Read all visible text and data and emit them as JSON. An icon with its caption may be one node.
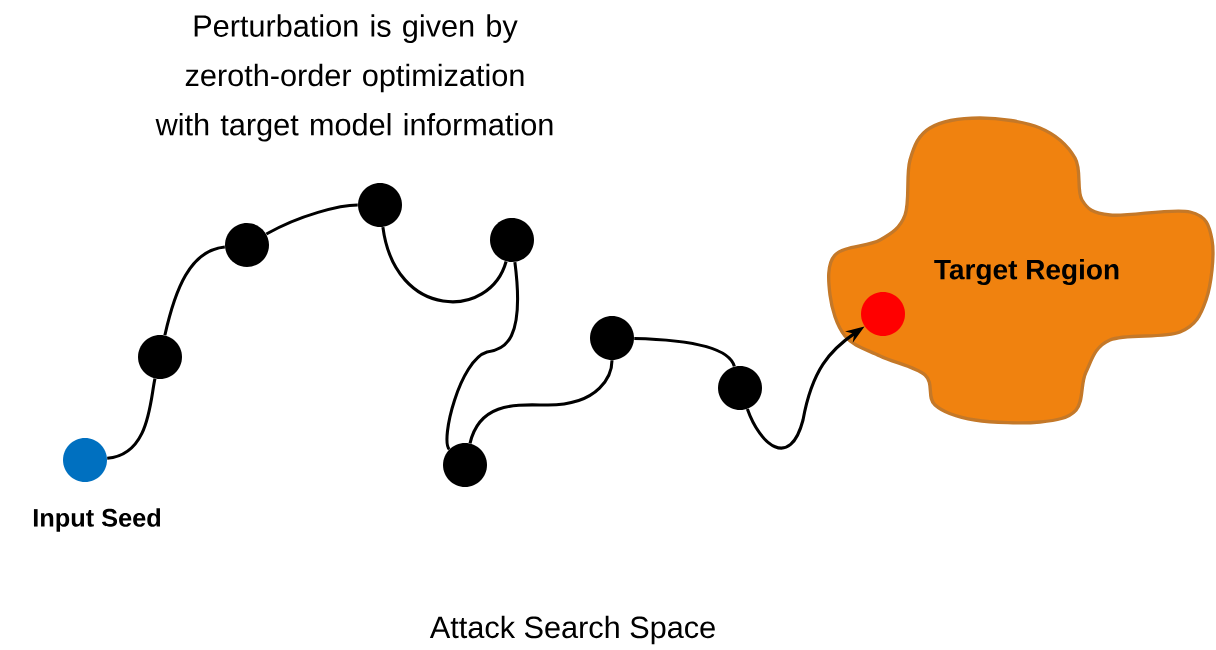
{
  "diagram": {
    "nodes": [
      {
        "text": [],
        "shape": "circle",
        "beside": [
          "Input Seed"
        ]
      },
      {
        "text": [],
        "shape": "circle"
      },
      {
        "text": [],
        "shape": "circle"
      },
      {
        "text": [],
        "shape": "circle"
      },
      {
        "text": [],
        "shape": "circle"
      },
      {
        "text": [],
        "shape": "circle"
      },
      {
        "text": [],
        "shape": "circle"
      },
      {
        "text": [],
        "shape": "circle"
      },
      {
        "text": [
          "Target Region"
        ]
      },
      {
        "text": [],
        "shape": "circle",
        "in": 8
      }
    ],
    "edges": [
      {
        "from": 0,
        "to": 1,
        "arrow": "none"
      },
      {
        "from": 1,
        "to": 2,
        "arrow": "none"
      },
      {
        "from": 2,
        "to": 3,
        "arrow": "none"
      },
      {
        "from": 3,
        "to": 4,
        "arrow": "none"
      },
      {
        "from": 4,
        "to": 5,
        "arrow": "none"
      },
      {
        "from": 5,
        "to": 6,
        "arrow": "none"
      },
      {
        "from": 6,
        "to": 7,
        "arrow": "none"
      },
      {
        "from": 7,
        "to": 9,
        "arrow": "to"
      }
    ],
    "labels": [
      "Perturbation is given by zeroth-order optimization with target model information",
      "Attack Search Space"
    ]
  }
}
